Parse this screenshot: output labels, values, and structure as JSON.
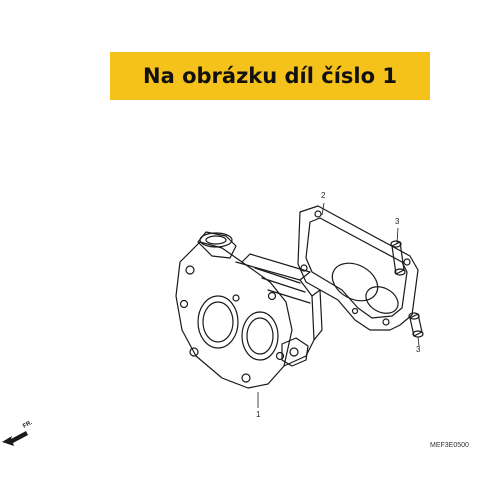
{
  "banner": {
    "text": "Na obrázku díl číslo 1",
    "background": "#f5c21b"
  },
  "callouts": {
    "part1": "1",
    "part2": "2",
    "part3_top": "3",
    "part3_bottom": "3"
  },
  "direction": {
    "label": "FR."
  },
  "diagram_code": "MEF3E0500"
}
